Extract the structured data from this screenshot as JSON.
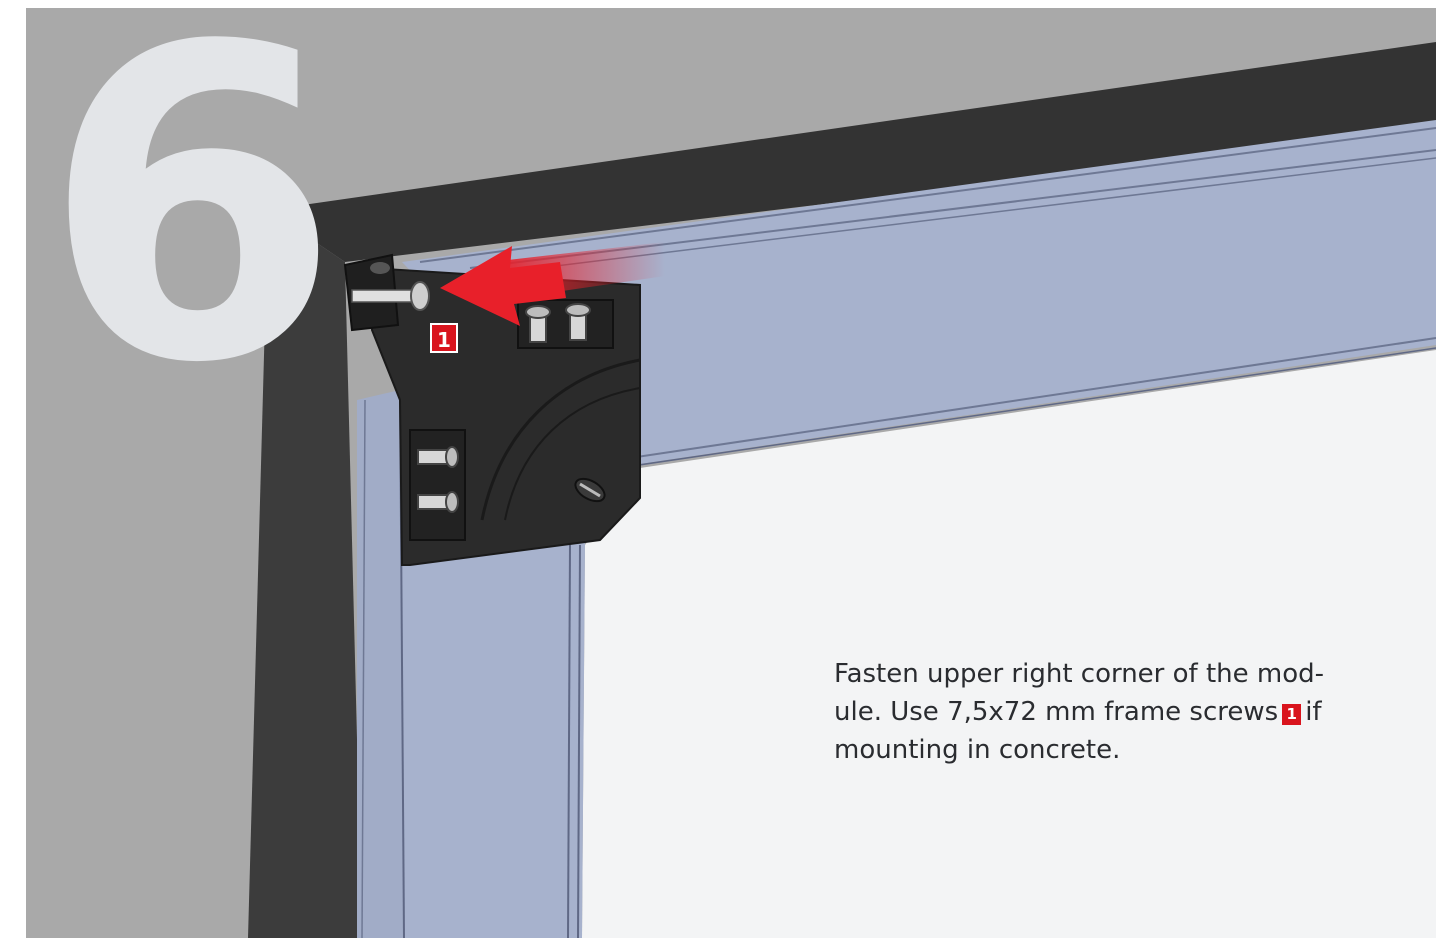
{
  "step": {
    "number": "6"
  },
  "callouts": {
    "frame_screw": "1"
  },
  "instruction": {
    "line1": "Fasten upper right corner of the mod-",
    "line2_before": "ule. Use 7,5x72 mm frame screws",
    "line2_after": "if",
    "line3": "mounting in concrete."
  },
  "colors": {
    "wall_gray": "#a9a9a9",
    "lintel_dark": "#333333",
    "frame_blue": "#a7b2cd",
    "panel_white": "#f3f4f5",
    "bracket_black": "#2b2b2b",
    "arrow_red": "#e8202a",
    "callout_red": "#d9141d",
    "step_number_light": "#e3e5e8"
  },
  "icons": {
    "arrow": "red-left-arrow",
    "screw": "frame-screw-icon"
  }
}
